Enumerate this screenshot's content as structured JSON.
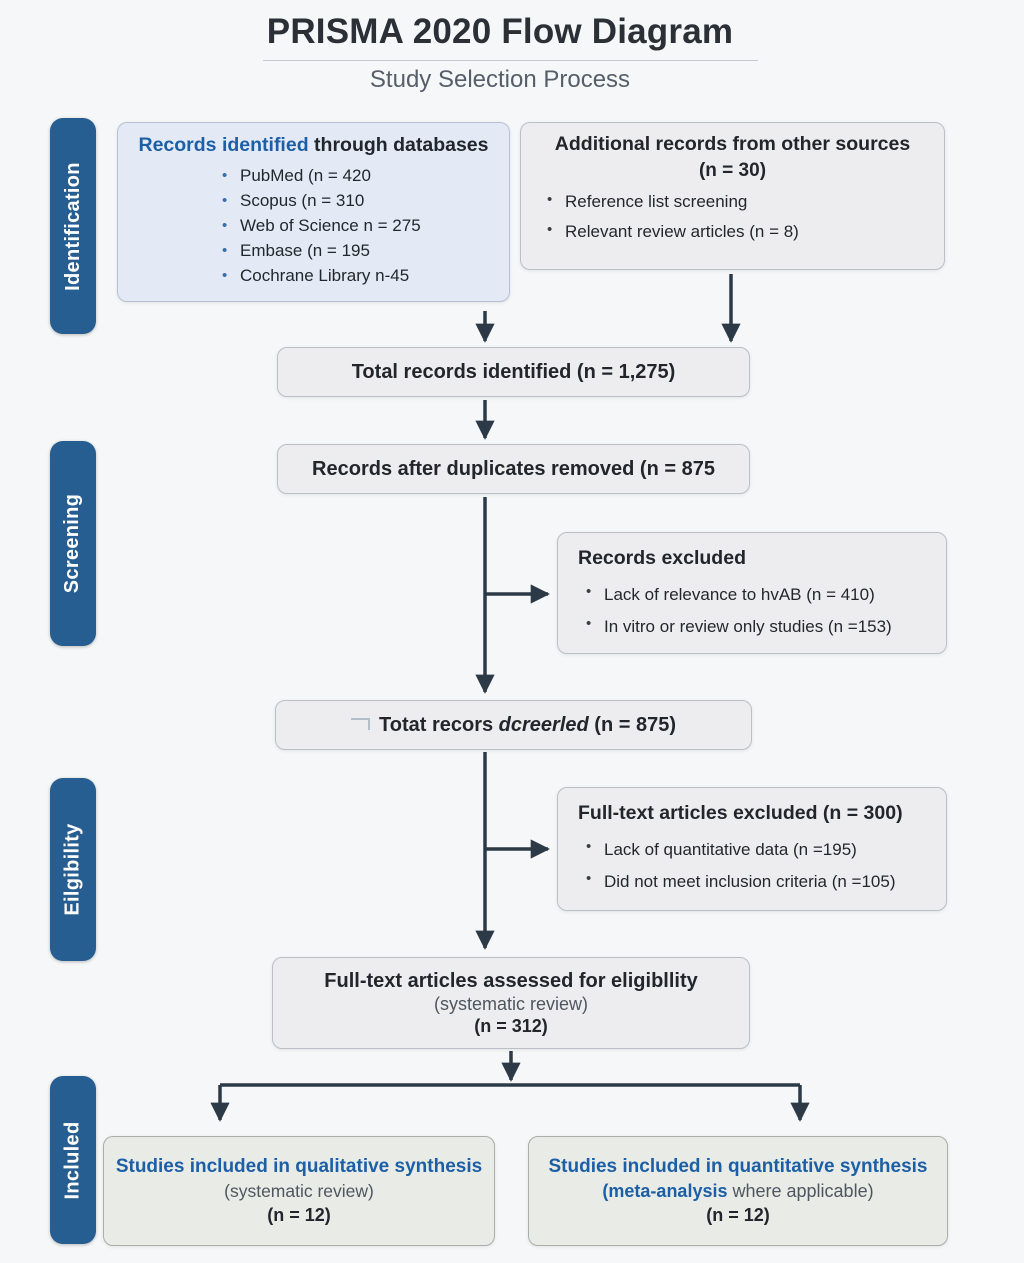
{
  "header": {
    "title": "PRISMA 2020 Flow Diagram",
    "subtitle": "Study Selection Process"
  },
  "stages": [
    {
      "label": "Identification"
    },
    {
      "label": "Screening"
    },
    {
      "label": "Eilgibility"
    },
    {
      "label": "Incluled"
    }
  ],
  "boxes": {
    "databases": {
      "title_em": "Records identified",
      "title_rest": " through databases",
      "items": [
        "PubMed (n = 420",
        "Scopus (n = 310",
        "Web of Science n = 275",
        "Embase (n = 195",
        "Cochrane Library n-45"
      ]
    },
    "other_sources": {
      "title": "Additional records from other sources",
      "count": "(n = 30)",
      "items": [
        "Reference list screening",
        "Relevant review articles (n = 8)"
      ]
    },
    "total_identified": {
      "text": "Total records identified (n = 1,275)"
    },
    "after_duplicates": {
      "text": "Records after duplicates removed (n = 875"
    },
    "records_excluded": {
      "title": "Records excluded",
      "items": [
        "Lack of relevance to hvAB (n = 410)",
        "In vitro or review only studies (n =153)"
      ]
    },
    "records_screened": {
      "text_bold": "Totat recors ",
      "text_italic": "dcreerled",
      "text_rest": " (n = 875)"
    },
    "fulltext_excluded": {
      "title": "Full-text articles excluded (n = 300)",
      "items": [
        "Lack of quantitative data (n =195)",
        "Did not meet inclusion criteria (n =105)"
      ]
    },
    "fulltext_assessed": {
      "line1": "Full-text articles assessed for eligibllity",
      "line2": "(systematic review)",
      "line3": "(n = 312)"
    },
    "qualitative": {
      "line1": "Studies included in qualitative synthesis",
      "line2": "(systematic review)",
      "line3": "(n = 12)"
    },
    "quantitative": {
      "line1": "Studies included in quantitative synthesis",
      "line2_em": "(meta-analysis",
      "line2_rest": " where applicable)",
      "line3": "(n = 12)"
    }
  },
  "colors": {
    "stage_rail": "#265e91",
    "accent_blue_text": "#1c5fa6",
    "arrow": "#2c3a47",
    "box_blue_fill": "#e3eaf5",
    "box_gray_fill": "#ededef",
    "box_green_fill": "#e9ece6",
    "background": "#f6f7f8"
  }
}
